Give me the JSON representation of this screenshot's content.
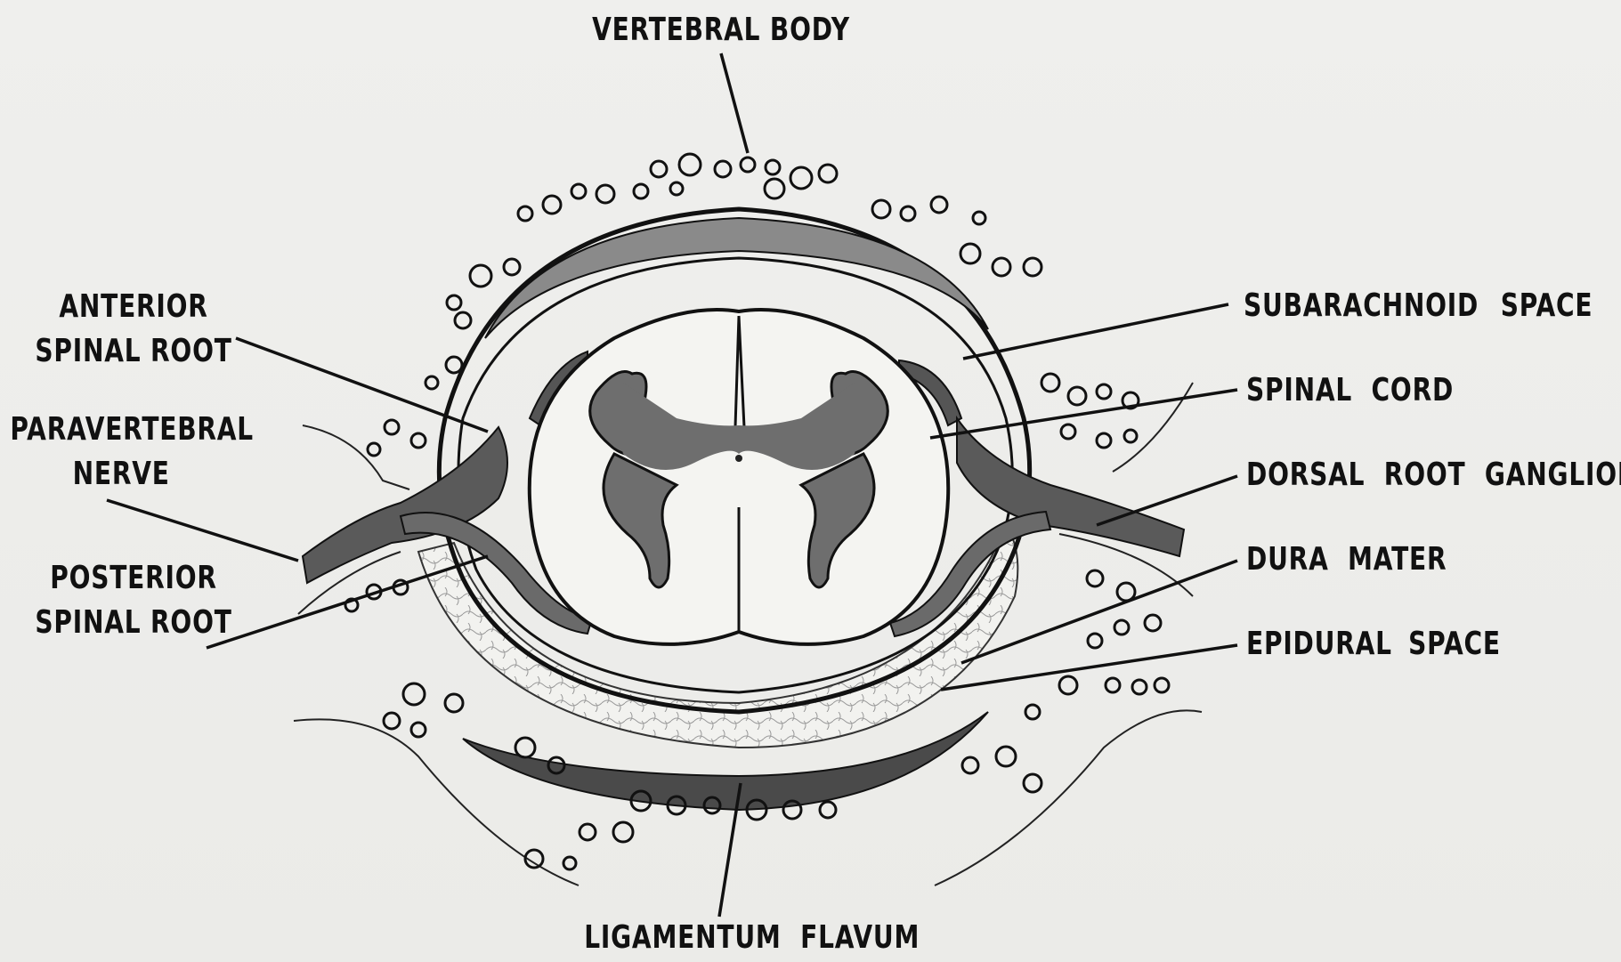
{
  "labels": {
    "vertebral_body": "VERTEBRAL BODY",
    "anterior_spinal_root_1": "ANTERIOR",
    "anterior_spinal_root_2": "SPINAL ROOT",
    "paravertebral_nerve_1": "PARAVERTEBRAL",
    "paravertebral_nerve_2": "NERVE",
    "posterior_spinal_root_1": "POSTERIOR",
    "posterior_spinal_root_2": "SPINAL ROOT",
    "subarachnoid_space": "SUBARACHNOID SPACE",
    "spinal_cord": "SPINAL CORD",
    "dorsal_root_ganglion": "DORSAL ROOT GANGLION",
    "dura_mater": "DURA MATER",
    "epidural_space": "EPIDURAL SPACE",
    "ligamentum_flavum": "LIGAMENTUM FLAVUM"
  },
  "colors": {
    "background": "#eeeeec",
    "ink": "#111111",
    "gray_matter": "#6e6e6e",
    "dura": "#8a8a8a",
    "ligament": "#4a4a4a"
  }
}
